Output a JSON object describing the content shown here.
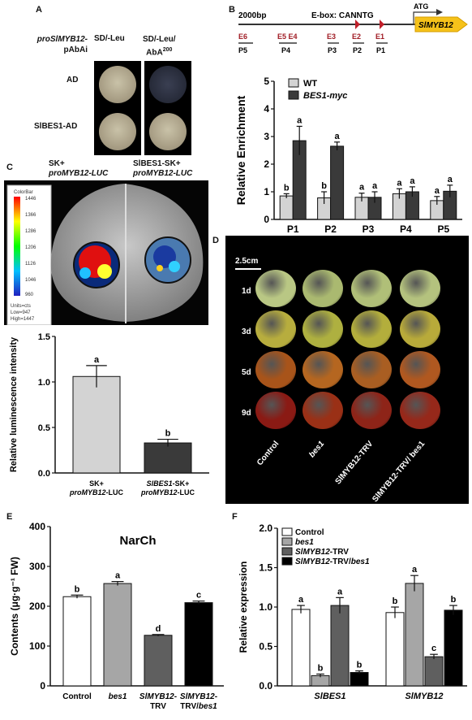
{
  "panelA": {
    "label": "A",
    "construct_line1": "proSlMYB12-",
    "construct_line2": "pAbAi",
    "media1": "SD/-Leu",
    "media2_line1": "SD/-Leu/",
    "media2_line2": "AbA",
    "media2_sup": "200",
    "row1": "AD",
    "row2": "SlBES1-AD"
  },
  "panelB": {
    "label": "B",
    "promoter_len": "2000bp",
    "ebox_label": "E-box: CANNTG",
    "atg": "ATG",
    "gene": "SlMYB12",
    "eboxes": [
      "E6",
      "E5 E4",
      "E3",
      "E2",
      "E1"
    ],
    "probes": [
      "P5",
      "P4",
      "P3",
      "P2",
      "P1"
    ]
  },
  "panelC": {
    "label": "C",
    "left_line1": "SK+",
    "left_line2": "proMYB12-LUC",
    "right_line1": "SlBES1-SK+",
    "right_line2": "proMYB12-LUC",
    "colorbar_title": "ColorBar",
    "colorbar_ticks": [
      "1446",
      "1366",
      "1286",
      "1206",
      "1126",
      "1046",
      "960"
    ],
    "units_line1": "Units=cts",
    "units_line2": "Low=947",
    "units_line3": "High=1447"
  },
  "panelD": {
    "label": "D",
    "scale": "2.5cm",
    "days": [
      "1d",
      "3d",
      "5d",
      "9d"
    ],
    "groups": [
      "Control",
      "bes1",
      "SlMYB12-TRV",
      "SlMYB12-TRV/ bes1"
    ]
  },
  "panelE": {
    "label": "E"
  },
  "panelF": {
    "label": "F"
  },
  "chart_data": [
    {
      "id": "B",
      "type": "bar",
      "categories": [
        "P1",
        "P2",
        "P3",
        "P4",
        "P5"
      ],
      "series": [
        {
          "name": "WT",
          "color": "#d3d3d3",
          "values": [
            0.85,
            0.78,
            0.8,
            0.93,
            0.68
          ],
          "errors": [
            0.08,
            0.22,
            0.15,
            0.18,
            0.15
          ],
          "letters": [
            "b",
            "b",
            "a",
            "a",
            "a"
          ]
        },
        {
          "name": "BES1-myc",
          "color": "#3a3a3a",
          "values": [
            2.85,
            2.65,
            0.8,
            1.0,
            1.02
          ],
          "errors": [
            0.52,
            0.15,
            0.2,
            0.18,
            0.22
          ],
          "letters": [
            "a",
            "a",
            "a",
            "a",
            "a"
          ]
        }
      ],
      "ylabel": "Relative Enrichment",
      "ylim": [
        0,
        5
      ],
      "yticks": [
        0,
        1,
        2,
        3,
        4,
        5
      ],
      "legend": "top-left"
    },
    {
      "id": "C",
      "type": "bar",
      "categories": [
        "SK+ proMYB12-LUC",
        "SlBES1-SK+ proMYB12-LUC"
      ],
      "cat_line1": [
        "SK+",
        "SlBES1-SK+"
      ],
      "cat_line2": [
        "proMYB12-LUC",
        "proMYB12-LUC"
      ],
      "values": [
        1.06,
        0.33
      ],
      "errors": [
        0.12,
        0.04
      ],
      "letters": [
        "a",
        "b"
      ],
      "colors": [
        "#d3d3d3",
        "#3a3a3a"
      ],
      "ylabel": "Relative luminescence intensity",
      "ylim": [
        0,
        1.5
      ],
      "yticks": [
        "0.0",
        "0.5",
        "1.0",
        "1.5"
      ]
    },
    {
      "id": "E",
      "type": "bar",
      "title": "NarCh",
      "categories": [
        "Control",
        "bes1",
        "SlMYB12-TRV",
        "SlMYB12-TRV/bes1"
      ],
      "cat_line1": [
        "Control",
        "bes1",
        "SlMYB12-",
        "SlMYB12-"
      ],
      "cat_line2": [
        "",
        "",
        "TRV",
        "TRV/bes1"
      ],
      "values": [
        224,
        257,
        127,
        209
      ],
      "errors": [
        4,
        5,
        2,
        4
      ],
      "letters": [
        "b",
        "a",
        "d",
        "c"
      ],
      "colors": [
        "#ffffff",
        "#a6a6a6",
        "#5f5f5f",
        "#000000"
      ],
      "ylabel": "Contents (μg·g⁻¹ FW)",
      "ylim": [
        0,
        400
      ],
      "yticks": [
        0,
        100,
        200,
        300,
        400
      ]
    },
    {
      "id": "F",
      "type": "bar",
      "categories": [
        "SlBES1",
        "SlMYB12"
      ],
      "series": [
        {
          "name": "Control",
          "color": "#ffffff",
          "values": [
            0.97,
            0.93
          ],
          "errors": [
            0.05,
            0.07
          ],
          "letters": [
            "a",
            "b"
          ]
        },
        {
          "name": "bes1",
          "color": "#a6a6a6",
          "values": [
            0.13,
            1.3
          ],
          "errors": [
            0.02,
            0.1
          ],
          "letters": [
            "b",
            "a"
          ]
        },
        {
          "name": "SlMYB12-TRV",
          "color": "#5f5f5f",
          "values": [
            1.02,
            0.37
          ],
          "errors": [
            0.1,
            0.03
          ],
          "letters": [
            "a",
            "c"
          ]
        },
        {
          "name": "SlMYB12-TRV/bes1",
          "color": "#000000",
          "values": [
            0.17,
            0.96
          ],
          "errors": [
            0.02,
            0.06
          ],
          "letters": [
            "b",
            "b"
          ]
        }
      ],
      "ylabel": "Relative expression",
      "ylim": [
        0,
        2.0
      ],
      "yticks": [
        "0.0",
        "0.5",
        "1.0",
        "1.5",
        "2.0"
      ],
      "legend": "top-left"
    }
  ]
}
